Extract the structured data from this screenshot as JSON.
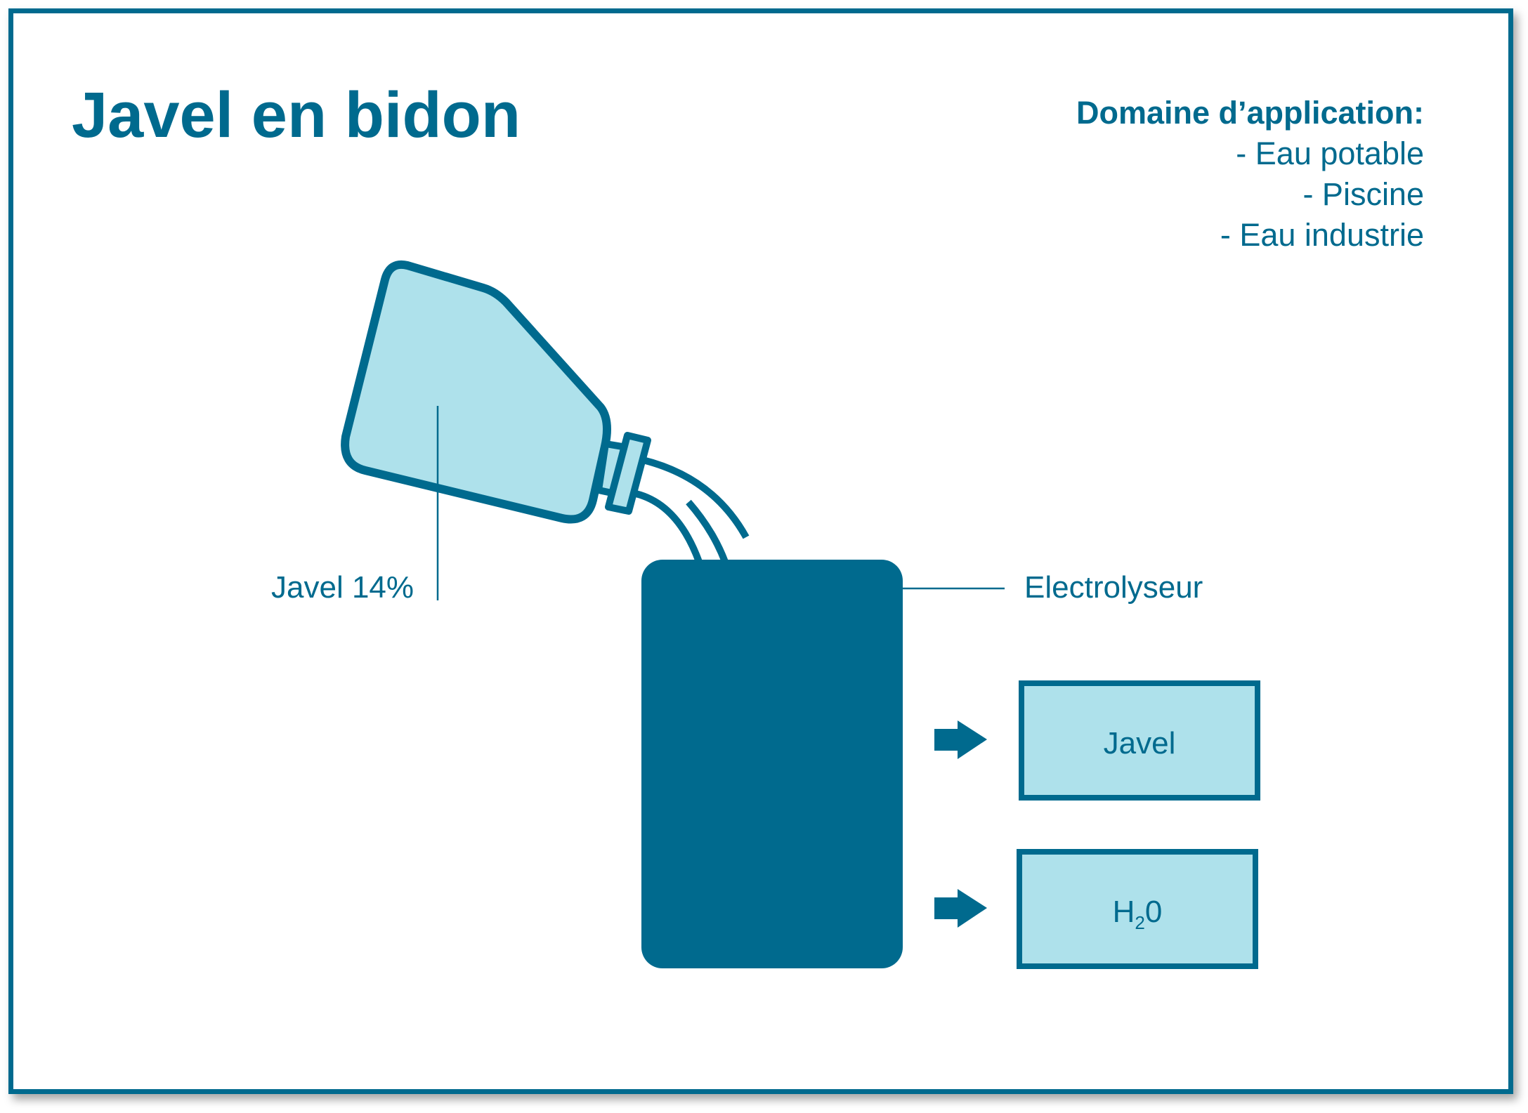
{
  "title": "Javel en bidon",
  "domain": {
    "heading": "Domaine d’application:",
    "items": [
      "- Eau potable",
      "- Piscine",
      "- Eau industrie"
    ]
  },
  "labels": {
    "bottle": "Javel 14%",
    "electrolyser": "Electrolyseur",
    "output_javel": "Javel",
    "output_h2o_main": "H",
    "output_h2o_sub": "2",
    "output_h2o_tail": "0"
  },
  "colors": {
    "primary": "#006a8e",
    "light_fill": "#aee1eb",
    "background": "#ffffff"
  }
}
